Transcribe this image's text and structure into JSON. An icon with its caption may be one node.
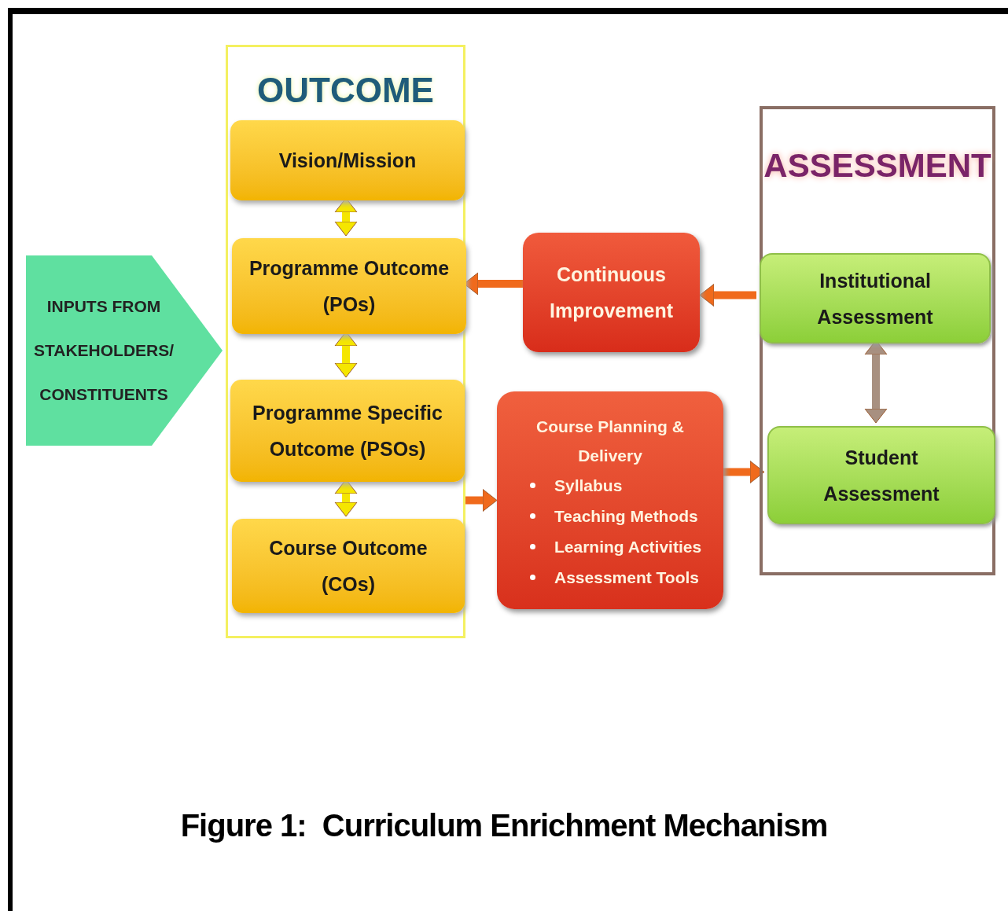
{
  "diagram": {
    "caption": "Figure 1:  Curriculum Enrichment Mechanism",
    "nodes": [
      {
        "text": [
          "OUTCOME"
        ]
      },
      {
        "text": [
          "Vision/Mission"
        ],
        "in": 0
      },
      {
        "text": [
          "Programme Outcome (POs)"
        ],
        "in": 0
      },
      {
        "text": [
          "Programme Specific Outcome (PSOs)"
        ],
        "in": 0
      },
      {
        "text": [
          "Course Outcome (COs)"
        ],
        "in": 0
      },
      {
        "text": [
          "INPUTS FROM STAKEHOLDERS/ CONSTITUENTS"
        ]
      },
      {
        "text": [
          "Continuous Improvement"
        ]
      },
      {
        "text": [
          "Course Planning & Delivery",
          "Syllabus",
          "Teaching Methods",
          "Learning Activities",
          "Assessment Tools"
        ]
      },
      {
        "text": [
          "ASSESSMENT"
        ]
      },
      {
        "text": [
          "Institutional Assessment"
        ],
        "in": 8
      },
      {
        "text": [
          "Student Assessment"
        ],
        "in": 8
      }
    ],
    "edges": [
      {
        "from": 1,
        "to": 2,
        "arrow": "both",
        "color": "#f5e600"
      },
      {
        "from": 2,
        "to": 3,
        "arrow": "both",
        "color": "#f5e600"
      },
      {
        "from": 3,
        "to": 4,
        "arrow": "both",
        "color": "#f5e600"
      },
      {
        "from": 9,
        "to": 6,
        "arrow": "to"
      },
      {
        "from": 6,
        "to": 2,
        "arrow": "to"
      },
      {
        "from": 0,
        "to": 7,
        "arrow": "to"
      },
      {
        "from": 7,
        "to": 10,
        "arrow": "to"
      },
      {
        "from": 9,
        "to": 10,
        "arrow": "both",
        "color": "#a89080"
      }
    ]
  }
}
